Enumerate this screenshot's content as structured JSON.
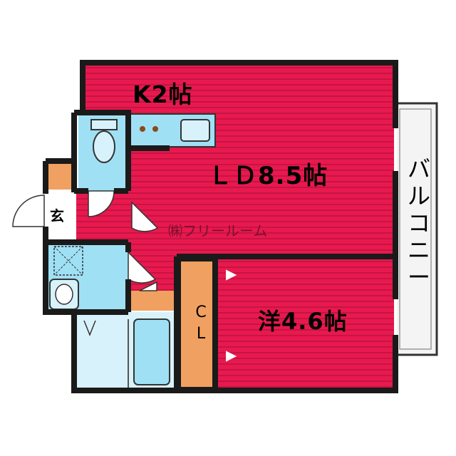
{
  "rooms": {
    "kitchen": "K2帖",
    "living_dining": "ＬＤ8.5帖",
    "free_room": "㈱フリールーム",
    "western_room": "洋4.6帖",
    "closet": "CL",
    "entrance": "玄",
    "balcony": "バルコニー"
  },
  "colors": {
    "room_fill": "#e8194f",
    "room_stripe": "#b8123c",
    "wall": "#1a1a1a",
    "wet_area": "#9fe0f5",
    "storage": "#f0a060",
    "balcony_fill": "#f4f4f4"
  },
  "icons": [
    "toilet-icon",
    "stove-icon",
    "sink-icon",
    "washbasin-icon",
    "washer-pan-icon",
    "bathtub-icon",
    "door-swing-icon"
  ]
}
